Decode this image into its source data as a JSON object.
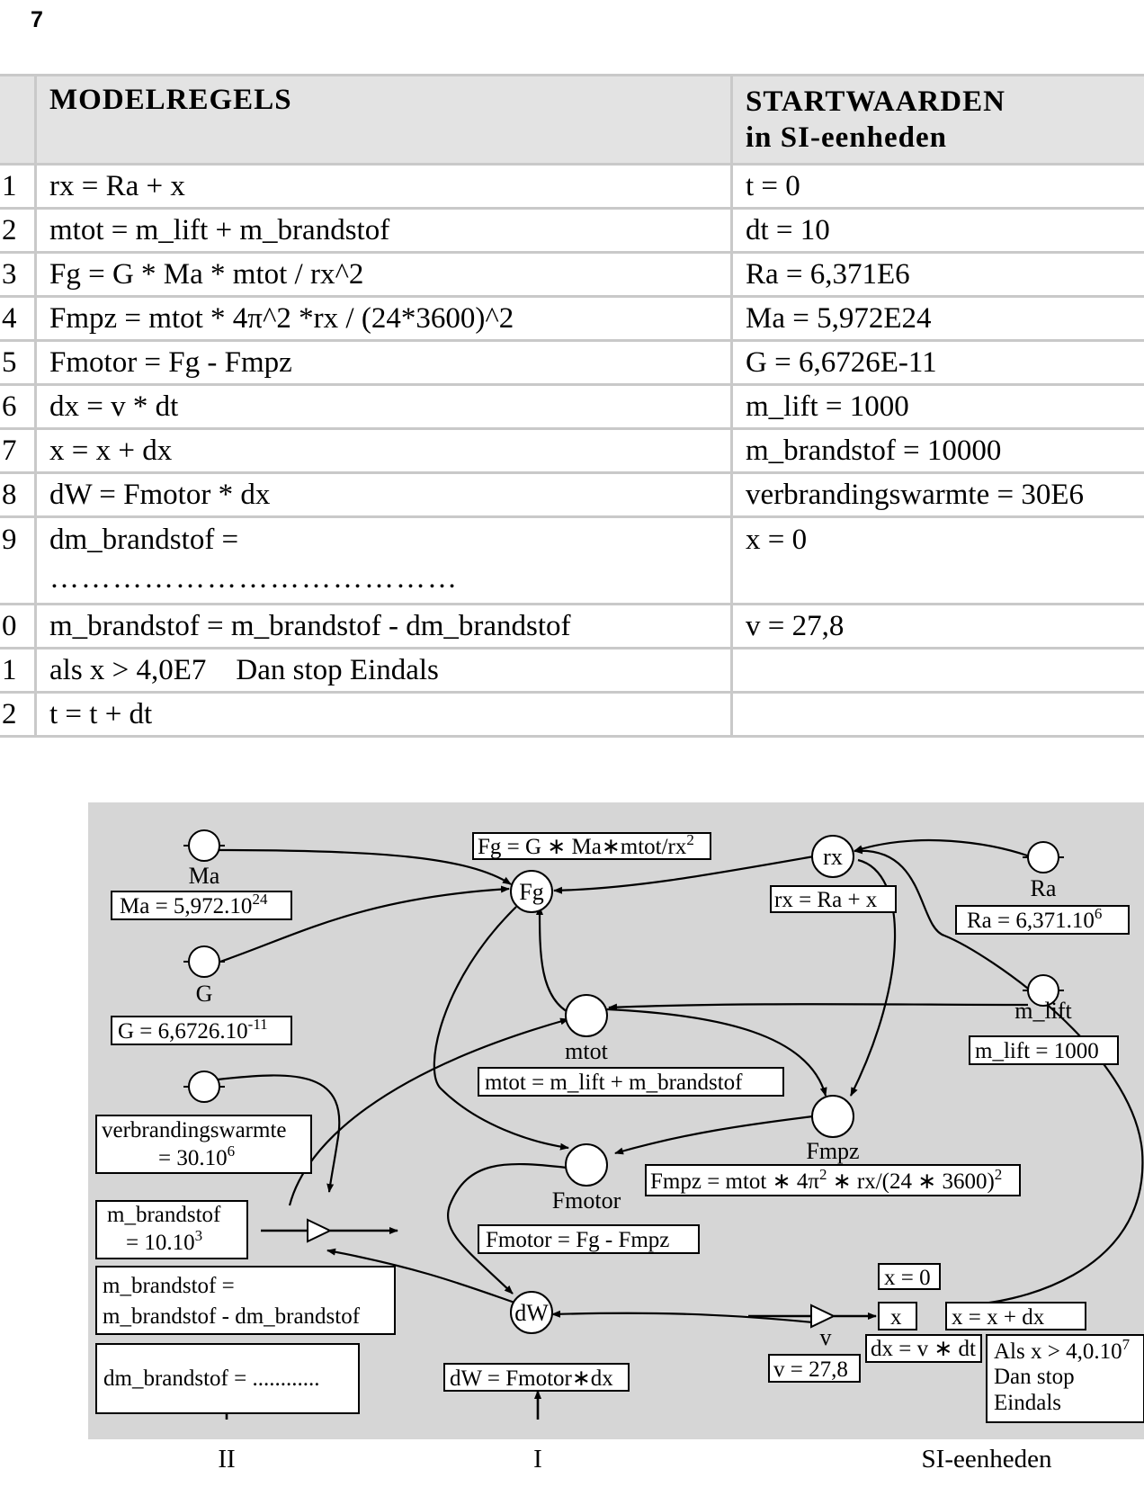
{
  "page_number": "7",
  "table": {
    "header_rules": "MODELREGELS",
    "header_start_line1": "STARTWAARDEN",
    "header_start_line2": "in SI-eenheden",
    "rows": [
      {
        "num": "1",
        "rule": "rx = Ra + x",
        "start": "t = 0"
      },
      {
        "num": "2",
        "rule": "mtot = m_lift + m_brandstof",
        "start": "dt = 10"
      },
      {
        "num": "3",
        "rule": "Fg = G * Ma * mtot / rx^2",
        "start": "Ra = 6,371E6"
      },
      {
        "num": "4",
        "rule": "Fmpz = mtot * 4π^2 *rx / (24*3600)^2",
        "start": "Ma = 5,972E24"
      },
      {
        "num": "5",
        "rule": "Fmotor = Fg - Fmpz",
        "start": "G = 6,6726E-11"
      },
      {
        "num": "6",
        "rule": "dx = v * dt",
        "start": "m_lift = 1000"
      },
      {
        "num": "7",
        "rule": "x = x + dx",
        "start": "m_brandstof = 10000"
      },
      {
        "num": "8",
        "rule": "dW = Fmotor * dx",
        "start": "verbrandingswarmte = 30E6"
      },
      {
        "num": "9",
        "rule": "dm_brandstof =",
        "rule_dots": "…………………………………",
        "start": "x = 0"
      },
      {
        "num": "0",
        "rule": "m_brandstof = m_brandstof - dm_brandstof",
        "start": "v = 27,8"
      },
      {
        "num": "1",
        "rule": "als x > 4,0E7    Dan stop Eindals",
        "start": ""
      },
      {
        "num": "2",
        "rule": "t = t + dt",
        "start": ""
      }
    ]
  },
  "diagram": {
    "nodes": {
      "ma": "Ma",
      "g": "G",
      "fg": "Fg",
      "rx": "rx",
      "ra": "Ra",
      "mtot": "mtot",
      "mlift": "m_lift",
      "fmpz": "Fmpz",
      "fmotor": "Fmotor",
      "dw": "dW",
      "v": "v",
      "x": "x"
    },
    "boxes": {
      "fg_formula": "Fg = G ∗ Ma∗mtot/rx",
      "fg_formula_sup": "2",
      "ma_value": "Ma = 5,972.10",
      "ma_value_sup": "24",
      "g_value": "G = 6,6726.10",
      "g_value_sup": "-11",
      "rx_formula": "rx = Ra + x",
      "ra_value": "Ra = 6,371.10",
      "ra_value_sup": "6",
      "mlift_value": "m_lift = 1000",
      "mtot_formula": "mtot = m_lift + m_brandstof",
      "verbr_line1": "verbrandingswarmte",
      "verbr_line2": "= 30.10",
      "verbr_line2_sup": "6",
      "fmpz_formula_a": "Fmpz = mtot ∗ 4π",
      "fmpz_formula_sup1": "2",
      "fmpz_formula_b": " ∗ rx/(24 ∗ 3600)",
      "fmpz_formula_sup2": "2",
      "mbrandstof_line1": "m_brandstof",
      "mbrandstof_line2": "= 10.10",
      "mbrandstof_line2_sup": "3",
      "fmotor_formula": "Fmotor = Fg - Fmpz",
      "mb_update_line1": "m_brandstof =",
      "mb_update_line2": "m_brandstof - dm_brandstof",
      "x_start": "x = 0",
      "x_formula": "x = x + dx",
      "dx_formula": "dx = v ∗ dt",
      "v_value": "v = 27,8",
      "dm_formula": "dm_brandstof = ............",
      "dw_formula": "dW = Fmotor∗dx",
      "stop_line1": "Als x > 4,0.10",
      "stop_line1_sup": "7",
      "stop_line2": "Dan stop",
      "stop_line3": "Eindals"
    },
    "labels": {
      "pointer_two": "II",
      "pointer_one": "I",
      "units": "SI-eenheden"
    }
  }
}
